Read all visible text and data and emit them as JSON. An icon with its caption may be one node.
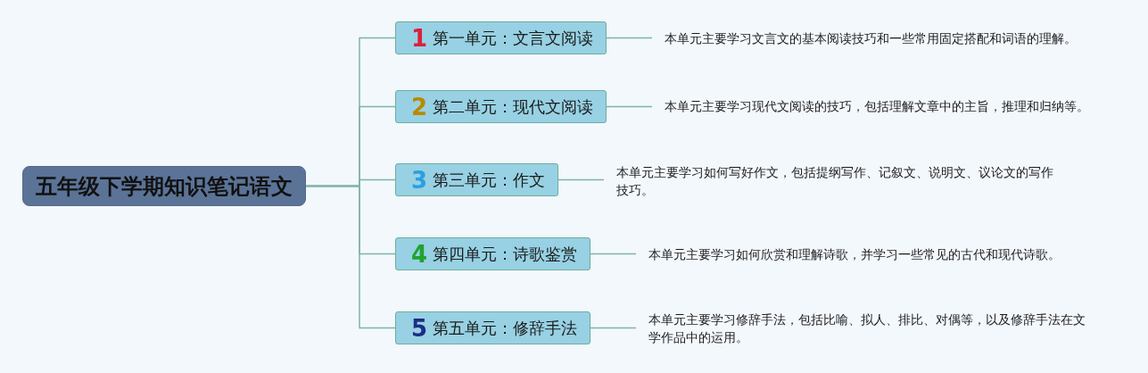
{
  "diagram": {
    "nodes": [
      {
        "text": [
          "五年级下学期知识笔记语文"
        ]
      },
      {
        "text": [
          "1",
          "第一单元：文言文阅读"
        ]
      },
      {
        "text": [
          "2",
          "第二单元：现代文阅读"
        ]
      },
      {
        "text": [
          "3",
          "第三单元：作文"
        ]
      },
      {
        "text": [
          "4",
          "第四单元：诗歌鉴赏"
        ]
      },
      {
        "text": [
          "5",
          "第五单元：修辞手法"
        ]
      },
      {
        "text": [
          "本单元主要学习文言文的基本阅读技巧和一些常用固定搭配和词语的理解。"
        ]
      },
      {
        "text": [
          "本单元主要学习现代文阅读的技巧，包括理解文章中的主旨，推理和归纳等。"
        ]
      },
      {
        "text": [
          "本单元主要学习如何写好作文，包括提纲写作、记叙文、说明文、议论文的写作技巧。"
        ]
      },
      {
        "text": [
          "本单元主要学习如何欣赏和理解诗歌，并学习一些常见的古代和现代诗歌。"
        ]
      },
      {
        "text": [
          "本单元主要学习修辞手法，包括比喻、拟人、排比、对偶等，以及修辞手法在文学作品中的运用。"
        ]
      }
    ],
    "edges": [
      {
        "from": 0,
        "to": 1,
        "arrow": "none"
      },
      {
        "from": 0,
        "to": 2,
        "arrow": "none"
      },
      {
        "from": 0,
        "to": 3,
        "arrow": "none"
      },
      {
        "from": 0,
        "to": 4,
        "arrow": "none"
      },
      {
        "from": 0,
        "to": 5,
        "arrow": "none"
      },
      {
        "from": 1,
        "to": 6,
        "arrow": "none"
      },
      {
        "from": 2,
        "to": 7,
        "arrow": "none"
      },
      {
        "from": 3,
        "to": 8,
        "arrow": "none"
      },
      {
        "from": 4,
        "to": 9,
        "arrow": "none"
      },
      {
        "from": 5,
        "to": 10,
        "arrow": "none"
      }
    ]
  }
}
